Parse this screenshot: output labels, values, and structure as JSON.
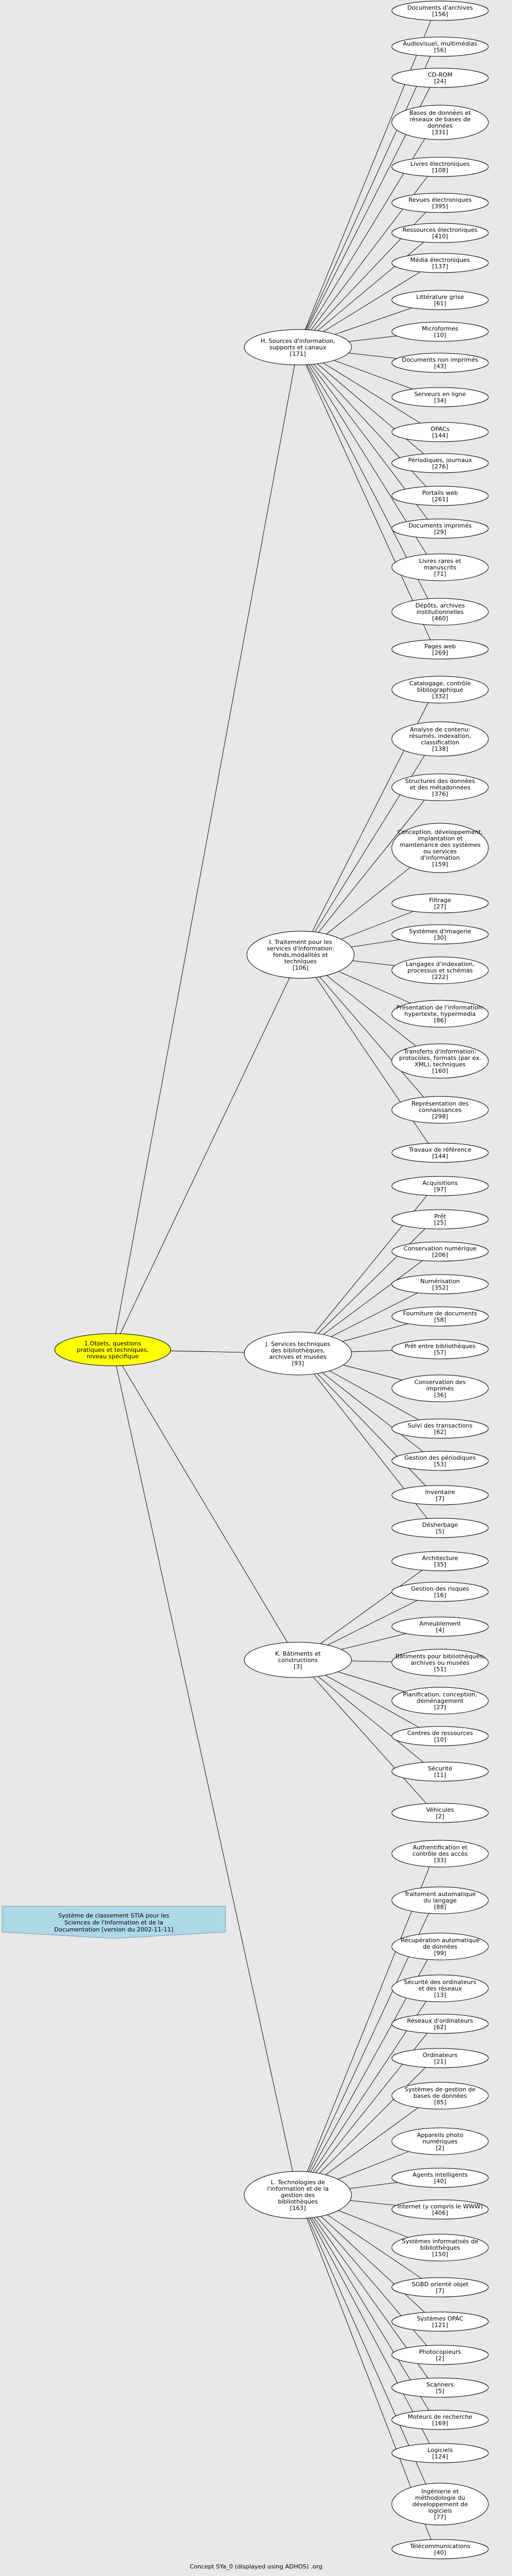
{
  "root": {
    "lines": [
      "1.Objets, questions",
      "pratiques et techniques,",
      "niveau spécifique"
    ],
    "fill": "#ffff00"
  },
  "legend": {
    "lines": [
      "Système de classement STIA pour les",
      "Sciences de l'Information et de la",
      "Documentation [version du 2002-11-11]"
    ],
    "fill": "#add8e6"
  },
  "footer": "Concept SYa_0 (displayed using ADHOS) .org",
  "branches": [
    {
      "lines": [
        "H. Sources d'information,",
        "supports et canaux",
        "[171]"
      ],
      "children": [
        [
          "Documents d'archives",
          "[156]"
        ],
        [
          "Audiovisuel, multimédias",
          "[56]"
        ],
        [
          "CD-ROM",
          "[24]"
        ],
        [
          "Bases de données et",
          "réseaux de bases de",
          "données",
          "[331]"
        ],
        [
          "Livres électroniques",
          "[108]"
        ],
        [
          "Revues électroniques",
          "[395]"
        ],
        [
          "Ressources électroniques",
          "[410]"
        ],
        [
          "Média électroniques",
          "[137]"
        ],
        [
          "Littérature grise",
          "[61]"
        ],
        [
          "Microformes",
          "[10]"
        ],
        [
          "Documents non imprimés",
          "[43]"
        ],
        [
          "Serveurs en ligne",
          "[34]"
        ],
        [
          "OPACs",
          "[144]"
        ],
        [
          "Périodiques, journaux",
          "[276]"
        ],
        [
          "Portails web",
          "[261]"
        ],
        [
          "Documents imprimés",
          "[29]"
        ],
        [
          "Livres rares et",
          "manuscrits",
          "[71]"
        ],
        [
          "Dépôts, archives",
          "institutionnelles",
          "[460]"
        ],
        [
          "Pages web",
          "[269]"
        ]
      ]
    },
    {
      "lines": [
        "I. Traitement pour les",
        "services d'information:",
        "fonds,modalités et",
        "techniques",
        "[106]"
      ],
      "children": [
        [
          "Catalogage, contrôle",
          "bibliographique",
          "[332]"
        ],
        [
          "Analyse de contenu:",
          "résumés, indexation,",
          "classification",
          "[138]"
        ],
        [
          "Structures des données",
          "et des métadonnées",
          "[376]"
        ],
        [
          "Conception, développement,",
          "implantation et",
          "maintenance des systèmes",
          "ou services",
          "d'information",
          "[159]"
        ],
        [
          "Filtrage",
          "[27]"
        ],
        [
          "Systèmes d'imagerie",
          "[30]"
        ],
        [
          "Langages d'indexation,",
          "processus et schémas",
          "[222]"
        ],
        [
          "Présentation de l'information:",
          "hypertexte, hypermedia",
          "[86]"
        ],
        [
          "Transferts d'information:",
          "protocoles, formats (par ex.",
          "XML), techniques",
          "[160]"
        ],
        [
          "Représentation des",
          "connaissances",
          "[298]"
        ],
        [
          "Travaux de référence",
          "[144]"
        ]
      ]
    },
    {
      "lines": [
        "J. Services techniques",
        "des bibliothèques,",
        "archives et musées",
        "[93]"
      ],
      "children": [
        [
          "Acquisitions",
          "[97]"
        ],
        [
          "Prêt",
          "[25]"
        ],
        [
          "Conservation numérique",
          "[206]"
        ],
        [
          "Numérisation",
          "[352]"
        ],
        [
          "Fourniture de documents",
          "[58]"
        ],
        [
          "Prêt entre bibliothèques",
          "[57]"
        ],
        [
          "Conservation des",
          "imprimés",
          "[36]"
        ],
        [
          "Suivi des transactions",
          "[62]"
        ],
        [
          "Gestion des périodiques",
          "[53]"
        ],
        [
          "Inventaire",
          "[7]"
        ],
        [
          "Désherbage",
          "[5]"
        ]
      ]
    },
    {
      "lines": [
        "K. Bâtiments et",
        "constructions",
        "[3]"
      ],
      "children": [
        [
          "Architecture",
          "[35]"
        ],
        [
          "Gestion des risques",
          "[16]"
        ],
        [
          "Ameublement",
          "[4]"
        ],
        [
          "Bâtiments pour bibliothèques,",
          "archives ou musées",
          "[51]"
        ],
        [
          "Planification, conception,",
          "déménagement",
          "[27]"
        ],
        [
          "Centres de ressources",
          "[10]"
        ],
        [
          "Sécurité",
          "[11]"
        ],
        [
          "Véhicules",
          "[2]"
        ]
      ]
    },
    {
      "lines": [
        "L. Technologies de",
        "l'information et de la",
        "gestion des",
        "bibliothèques",
        "[163]"
      ],
      "children": [
        [
          "Authentification et",
          "contrôle des accès",
          "[33]"
        ],
        [
          "Traitement automatique",
          "du langage",
          "[88]"
        ],
        [
          "Récupération automatique",
          "de données",
          "[99]"
        ],
        [
          "Sécurité des ordinateurs",
          "et des réseaux",
          "[13]"
        ],
        [
          "Réseaux d'ordinateurs",
          "[62]"
        ],
        [
          "Ordinateurs",
          "[21]"
        ],
        [
          "Systèmes de gestion de",
          "bases de données",
          "[85]"
        ],
        [
          "Appareils photo",
          "numériques",
          "[2]"
        ],
        [
          "Agents intelligents",
          "[40]"
        ],
        [
          "Internet (y compris le WWW)",
          "[406]"
        ],
        [
          "Systèmes informatisés de",
          "bibliothèques",
          "[150]"
        ],
        [
          "SGBD orienté objet",
          "[7]"
        ],
        [
          "Systèmes OPAC",
          "[121]"
        ],
        [
          "Photocopieurs",
          "[2]"
        ],
        [
          "Scanners",
          "[5]"
        ],
        [
          "Moteurs de recherche",
          "[169]"
        ],
        [
          "Logiciels",
          "[124]"
        ],
        [
          "Ingénierie et",
          "méthodologie du",
          "développement de",
          "logiciels",
          "[77]"
        ],
        [
          "Télécommunications",
          "[40]"
        ]
      ]
    }
  ]
}
